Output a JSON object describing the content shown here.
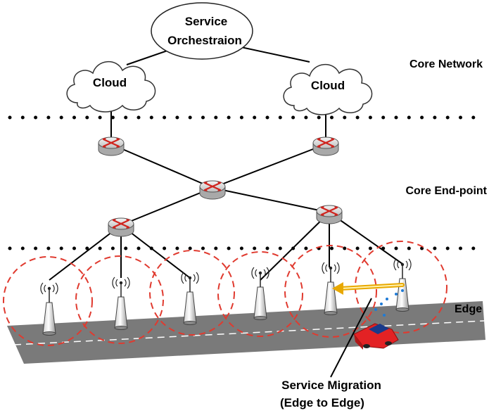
{
  "orchestrator": {
    "line1": "Service",
    "line2": "Orchestraion"
  },
  "clouds": [
    {
      "label": "Cloud"
    },
    {
      "label": "Cloud"
    }
  ],
  "layers": {
    "core_network": "Core Network",
    "core_endpoint": "Core End-point",
    "edge": "Edge"
  },
  "migration": {
    "line1": "Service Migration",
    "line2": "(Edge to Edge)"
  },
  "colors": {
    "coverage_circle": "#e03a2f",
    "migration_arrow": "#e8a800",
    "car": "#e32224",
    "road": "#7a7a7a",
    "router_body": "#e8e8e8",
    "router_arrows": "#d0241e"
  },
  "icons": {
    "router": "router-icon",
    "antenna": "antenna-tower-icon",
    "car": "car-icon",
    "cloud": "cloud-icon"
  }
}
